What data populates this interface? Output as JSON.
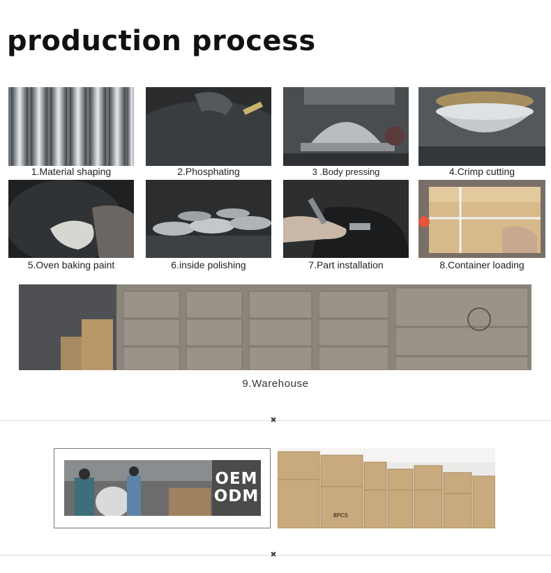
{
  "page": {
    "title": "production process"
  },
  "steps": [
    {
      "label": "1.Material shaping",
      "icon": "metal-rods-image"
    },
    {
      "label": "2.Phosphating",
      "icon": "phosphating-image"
    },
    {
      "label": "3 .Body pressing",
      "icon": "press-machine-image"
    },
    {
      "label": "4.Crimp cutting",
      "icon": "crimp-cutting-image"
    },
    {
      "label": "5.Oven baking paint",
      "icon": "wok-interior-image"
    },
    {
      "label": "6.inside polishing",
      "icon": "conveyor-pans-image"
    },
    {
      "label": "7.Part installation",
      "icon": "part-installation-image"
    },
    {
      "label": "8.Container loading",
      "icon": "carton-box-image"
    }
  ],
  "warehouse": {
    "label": "9.Warehouse"
  },
  "oem": {
    "line1": "OEM",
    "line2": "ODM"
  },
  "cartons": {
    "label": "8PCS"
  },
  "colors": {
    "title": "#111111",
    "divider": "#dedede",
    "oem_box": "#4b4b4b",
    "carton": "#c9a97e"
  }
}
